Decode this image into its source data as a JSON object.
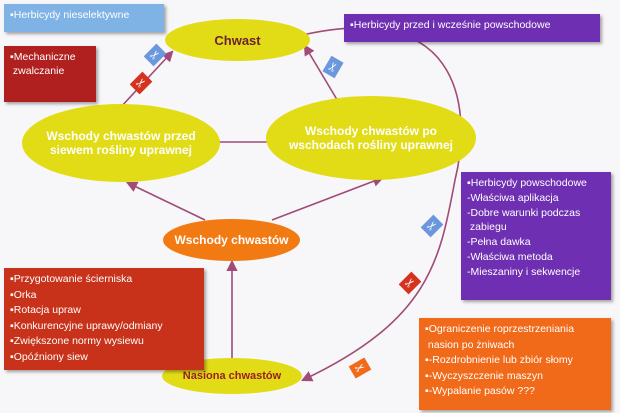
{
  "nodes": {
    "chwast": "Chwast",
    "wschody_przed": "Wschody chwastów przed siewem rośliny uprawnej",
    "wschody_po": "Wschody chwastów po wschodach rośliny uprawnej",
    "wschody": "Wschody chwastów",
    "nasiona": "Nasiona chwastów"
  },
  "boxes": {
    "nieselektywne": [
      "Herbicydy nieselektywne"
    ],
    "mechaniczne": [
      "Mechaniczne",
      "zwalczanie"
    ],
    "przed_powschodowe": [
      "Herbicydy przed i wcześnie powschodowe"
    ],
    "powschodowe": [
      "Herbicydy powschodowe",
      "-Właściwa aplikacja",
      "-Dobre warunki podczas",
      "zabiegu",
      "-Pełna dawka",
      "-Właściwa metoda",
      "-Mieszaniny i sekwencje"
    ],
    "przygotowanie": [
      "Przygotowanie ścierniska",
      "Orka",
      "Rotacja upraw",
      "Konkurencyjne uprawy/odmiany",
      "Zwiększone normy wysiewu",
      "Opóźniony siew"
    ],
    "ograniczenie": [
      "Ograniczenie roprzestrzeniania",
      "nasion po żniwach",
      "-Rozdrobnienie lub zbiór słomy",
      "-Wyczyszczenie maszyn",
      "-Wypalanie pasów ???"
    ]
  },
  "colors": {
    "yellow": "#e2dc16",
    "orange": "#f27a13",
    "arrow": "#a04b78",
    "blue": "#7fb2e5",
    "darkred": "#b0201f",
    "purple": "#6f2fb2",
    "red": "#c8321a",
    "orange_box": "#f06a1a",
    "scissors_blue": "#6b97dd",
    "scissors_red": "#d5321f"
  }
}
